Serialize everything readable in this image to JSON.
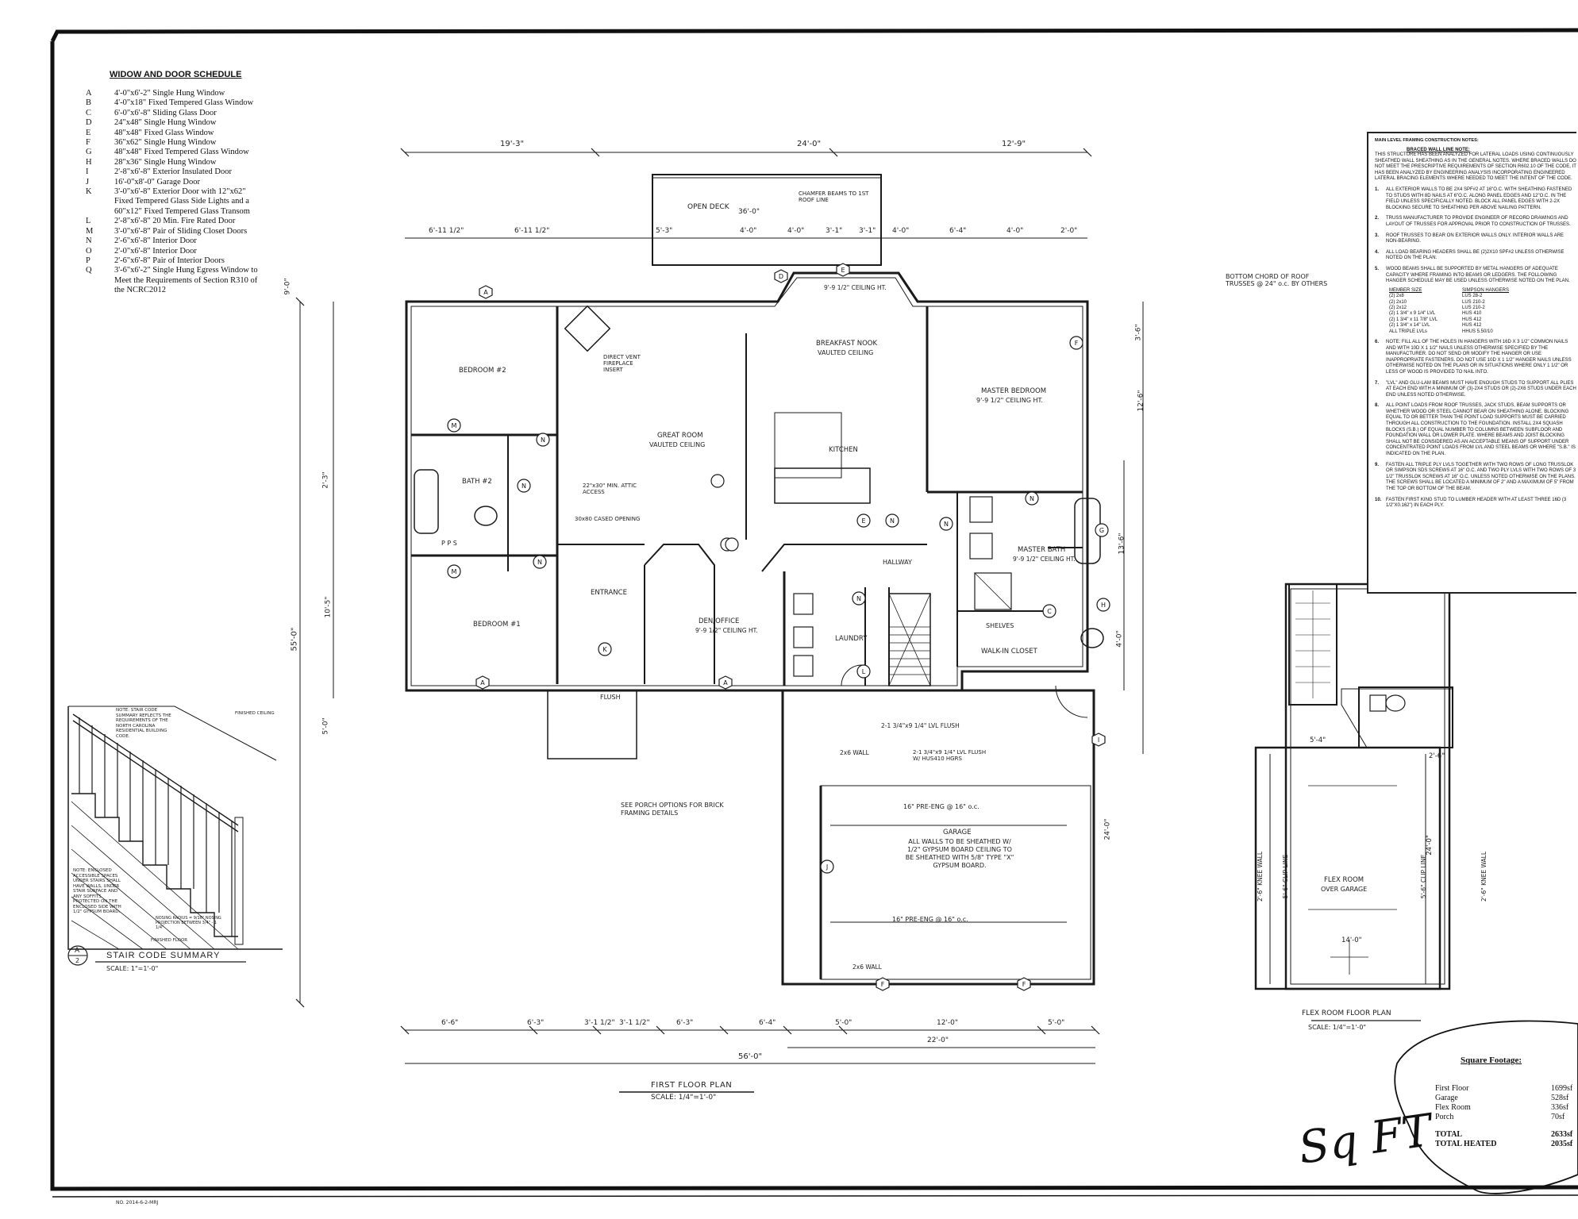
{
  "schedule": {
    "title": "WIDOW AND DOOR SCHEDULE",
    "items": [
      {
        "code": "A",
        "desc": "4'-0\"x6'-2\" Single Hung Window"
      },
      {
        "code": "B",
        "desc": "4'-0\"x18\" Fixed Tempered Glass Window"
      },
      {
        "code": "C",
        "desc": "6'-0\"x6'-8\" Sliding Glass Door"
      },
      {
        "code": "D",
        "desc": "24\"x48\" Single Hung Window"
      },
      {
        "code": "E",
        "desc": "48\"x48\" Fixed Glass Window"
      },
      {
        "code": "F",
        "desc": "36\"x62\" Single Hung Window"
      },
      {
        "code": "G",
        "desc": "48\"x48\" Fixed Tempered Glass Window"
      },
      {
        "code": "H",
        "desc": "28\"x36\" Single Hung Window"
      },
      {
        "code": "I",
        "desc": "2'-8\"x6'-8\" Exterior Insulated Door"
      },
      {
        "code": "J",
        "desc": "16'-0\"x8'-0\" Garage Door"
      },
      {
        "code": "K",
        "desc": "3'-0\"x6'-8\" Exterior Door with 12\"x62\""
      },
      {
        "code": "",
        "desc": "Fixed Tempered Glass Side Lights and a"
      },
      {
        "code": "",
        "desc": "60\"x12\" Fixed Tempered Glass Transom"
      },
      {
        "code": "L",
        "desc": "2'-8\"x6'-8\" 20 Min. Fire Rated Door"
      },
      {
        "code": "M",
        "desc": "3'-0\"x6'-8\" Pair of Sliding Closet Doors"
      },
      {
        "code": "N",
        "desc": "2'-6\"x6'-8\" Interior Door"
      },
      {
        "code": "O",
        "desc": "2'-0\"x6'-8\" Interior Door"
      },
      {
        "code": "P",
        "desc": "2'-6\"x6'-8\" Pair of Interior Doors"
      },
      {
        "code": "Q",
        "desc": "3'-6\"x6'-2\" Single Hung Egress Window to"
      },
      {
        "code": "",
        "desc": "Meet the Requirements of Section R310 of"
      },
      {
        "code": "",
        "desc": "the NCRC2012"
      }
    ]
  },
  "notes": {
    "title": "MAIN LEVEL FRAMING CONSTRUCTION NOTES:",
    "braced_title": "BRACED WALL LINE NOTE:",
    "braced_text": "THIS STRUCTURE HAS BEEN ANALYZED FOR LATERAL LOADS USING CONTINUOUSLY SHEATHED WALL SHEATHING AS IN THE GENERAL NOTES. WHERE BRACED WALLS DO NOT MEET THE PRESCRIPTIVE REQUIREMENTS OF SECTION R602.10 OF THE CODE, IT HAS BEEN ANALYZED BY ENGINEERING ANALYSIS INCORPORATING ENGINEERED LATERAL BRACING ELEMENTS WHERE NEEDED TO MEET THE INTENT OF THE CODE.",
    "items": [
      {
        "n": "1.",
        "text": "All exterior walls to be 2x4 SPF#2 at 16\"o.c. with sheathing fastened to studs with 8d nails at 6\"o.c. along panel edges and 12\"o.c. in the field unless specifically noted. Block all panel edges with 2-2x blocking secure to sheathing per above nailing pattern."
      },
      {
        "n": "2.",
        "text": "Truss manufacturer to provide engineer of record drawings and layout of trusses for approval prior to construction of trusses."
      },
      {
        "n": "3.",
        "text": "Roof trusses to bear on exterior walls only. Interior walls are non-bearing."
      },
      {
        "n": "4.",
        "text": "All load bearing headers shall be (2)2x10 SPF#2 unless otherwise noted on the plan."
      },
      {
        "n": "5.",
        "text": "Wood beams shall be supported by metal hangers of adequate capacity where framing into beams or ledgers. The following hanger schedule may be used unless otherwise noted on the plan."
      }
    ],
    "hangers": {
      "head": [
        "MEMBER SIZE",
        "SIMPSON HANGERS"
      ],
      "rows": [
        [
          "(2) 2x8",
          "LUS 28-2"
        ],
        [
          "(2) 2x10",
          "LUS 210-2"
        ],
        [
          "(2) 2x12",
          "LUS 210-2"
        ],
        [
          "(2) 1 3/4\" x 9 1/4\" LVL",
          "HUS 410"
        ],
        [
          "(2) 1 3/4\" x 11 7/8\" LVL",
          "HUS 412"
        ],
        [
          "(2) 1 3/4\" x 14\" LVL",
          "HUS 412"
        ],
        [
          "ALL TRIPLE LVLs",
          "HHUS 5.50/10"
        ]
      ]
    },
    "items2": [
      {
        "n": "6.",
        "text": "Note: Fill all of the holes in hangers with 16d x 3 1/2\" common nails and with 10d x 1 1/2\" nails unless otherwise specified by the manufacturer. Do not send or modify the hanger or use inappropriate fasteners. Do not use 10d x 1 1/2\" hanger nails unless otherwise noted on the plans or in situations where only 1 1/2\" or less of wood is provided to nail into."
      },
      {
        "n": "7.",
        "text": "\"LVL\" and glu-lam beams must have enough studs to support all plies at each end with a minimum of (3)-2x4 studs or (2)-2x6 studs under each end unless noted otherwise."
      },
      {
        "n": "8.",
        "text": "All point loads from roof trusses, jack studs, beam supports or whether wood or steel cannot bear on sheathing alone. Blocking equal to or better than the point load supports must be carried through all construction to the foundation. Install 2x4 squash blocks (S.B.) of equal number to columns between subfloor and foundation wall or lower plate. Where beams and joist blocking shall not be considered as an acceptable means of support under concentrated point loads from LVL and steel beams or where \"S.B.\" is indicated on the plan."
      },
      {
        "n": "9.",
        "text": "Fasten all triple ply LVLs together with two rows of long TRUSSLOK or Simpson SDS screws at 16\" o.c. and two ply LVLs with two rows of 3 1/2\" TRUSSLOK screws at 16\" o.c. unless noted otherwise on the plans. The screws shall be located a minimum of 2\" and a maximum of 5\" from the top or bottom of the beam."
      },
      {
        "n": "10.",
        "text": "Fasten first king stud to lumber header with at least three 16d (3 1/2\"x0.162\") in each ply."
      }
    ]
  },
  "sqft": {
    "title": "Square Footage:",
    "rows": [
      {
        "label": "First Floor",
        "value": "1699sf"
      },
      {
        "label": "Garage",
        "value": "528sf"
      },
      {
        "label": "Flex Room",
        "value": "336sf"
      },
      {
        "label": "Porch",
        "value": "70sf"
      }
    ],
    "total": {
      "label": "TOTAL",
      "value": "2633sf"
    },
    "total_heated": {
      "label": "TOTAL HEATED",
      "value": "2035sf"
    },
    "handwritten": "Sq FT"
  },
  "plan": {
    "dims_top": [
      "19'-3\"",
      "24'-0\"",
      "12'-9\""
    ],
    "dims_top2": [
      "6'-11 1/2\"",
      "6'-11 1/2\"",
      "5'-3\"",
      "4'-0\"",
      "4'-0\"",
      "3'-1\"",
      "3'-1\"",
      "4'-0\"",
      "6'-4\"",
      "4'-0\"",
      "2'-0\""
    ],
    "dims_bottom": [
      "6'-6\"",
      "6'-3\"",
      "3'-1 1/2\"",
      "3'-1 1/2\"",
      "6'-3\"",
      "6'-4\"",
      "5'-0\"",
      "12'-0\"",
      "5'-0\""
    ],
    "dim_bottom_total": "56'-0\"",
    "dim_garage": "22'-0\"",
    "dims_left": [
      "9'-0\"",
      "2'-3\"",
      "10'-5\"",
      "5'-0\""
    ],
    "dim_left_total": "55'-0\"",
    "dims_right": [
      "3'-6\"",
      "12'-6\"",
      "13'-6\"",
      "4'-0\"",
      "24'-0\""
    ],
    "rooms": {
      "open_deck": "OPEN DECK",
      "deck_dim": "36'-0\"",
      "bedroom2": "BEDROOM #2",
      "bath2": "BATH #2",
      "bedroom1": "BEDROOM #1",
      "great_room": "GREAT ROOM",
      "great_room_sub": "VAULTED CEILING",
      "breakfast": "BREAKFAST NOOK",
      "breakfast_sub": "VAULTED CEILING",
      "kitchen": "KITCHEN",
      "master_bedroom": "MASTER BEDROOM",
      "master_bedroom_sub": "9'-9 1/2\" CEILING HT.",
      "master_bath": "MASTER BATH",
      "master_bath_sub": "9'-9 1/2\" CEILING HT.",
      "walkin": "WALK-IN CLOSET",
      "entrance": "ENTRANCE",
      "den": "DEN/OFFICE",
      "den_sub": "9'-9 1/2\" CEILING HT.",
      "laundry": "LAUNDRY",
      "hallway": "HALLWAY",
      "garage": "GARAGE",
      "garage_note": "ALL WALLS TO BE SHEATHED W/ 1/2\" GYPSUM BOARD CEILING TO BE SHEATHED WITH 5/8\" TYPE \"X\" GYPSUM BOARD.",
      "attic": "22\"x30\" MIN. ATTIC ACCESS",
      "cased": "30x80 CASED OPENING",
      "direct_vent": "DIRECT VENT FIREPLACE INSERT",
      "chamfer": "CHAMFER BEAMS TO 1ST ROOF LINE",
      "ceiling_ht": "9'-9 1/2\" CEILING HT.",
      "truss_note": "BOTTOM CHORD OF ROOF TRUSSES @ 24\" o.c. BY OTHERS",
      "porch_note": "SEE PORCH OPTIONS FOR BRICK FRAMING DETAILS",
      "shelves": "SHELVES",
      "flush": "FLUSH",
      "pps": "P P S",
      "lvl_flush": "2-1 3/4\"x9 1/4\" LVL FLUSH",
      "lvl_hangers": "2-1 3/4\"x9 1/4\" LVL FLUSH W/ HUS410 HGRS",
      "garage_joist1": "16\" PRE-ENG @ 16\" o.c.",
      "garage_joist2": "16\" PRE-ENG @ 16\" o.c.",
      "wall_2x6": "2x6 WALL"
    },
    "title": "FIRST FLOOR PLAN",
    "scale": "SCALE: 1/4\"=1'-0\""
  },
  "flex": {
    "room": "FLEX ROOM",
    "room_sub": "OVER GARAGE",
    "title": "FLEX ROOM FLOOR PLAN",
    "scale": "SCALE: 1/4\"=1'-0\"",
    "dims": [
      "5'-4\"",
      "14'-0\"",
      "2'-6\"",
      "24'-0\""
    ],
    "kneewall": "2'-6\" KNEE WALL",
    "clipline": "5'-6\" CLIP LINE"
  },
  "stair": {
    "title": "STAIR CODE SUMMARY",
    "scale": "SCALE: 1\"=1'-0\"",
    "callout_top": "A",
    "callout_bottom": "2",
    "note1": "NOTE: STAIR CODE SUMMARY REFLECTS THE REQUIREMENTS OF THE NORTH CAROLINA RESIDENTIAL BUILDING CODE.",
    "note2": "NOTE: ENCLOSED ACCESSIBLE SPACES UNDER STAIRS SHALL HAVE WALLS, UNDER STAIR SURFACE AND ANY SOFFITS PROTECTED ON THE ENCLOSED SIDE WITH 1/2\" GYPSUM BOARD.",
    "finished_ceiling": "FINISHED CEILING",
    "finished_floor": "FINISHED FLOOR",
    "nosing": "NOSING RADIUS = 9/16\" NOSING PROJECTION BETWEEN 3/4\" - 1 1/4\""
  },
  "footer": {
    "code": "NO. 2014-6-2-MRJ"
  }
}
